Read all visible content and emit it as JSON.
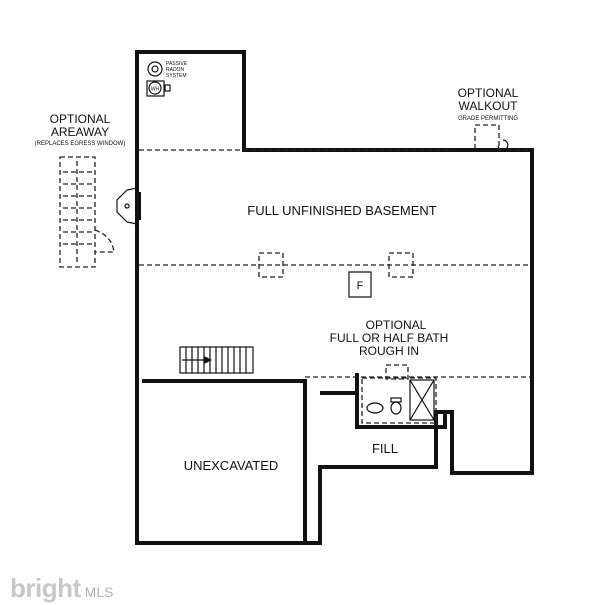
{
  "labels": {
    "passive_radon": [
      "PASSIVE",
      "RADON",
      "SYSTEM"
    ],
    "water_heater": "WH",
    "optional_walkout": [
      "OPTIONAL",
      "WALKOUT"
    ],
    "grade_permitting": "GRADE PERMITTING",
    "optional_areaway": [
      "OPTIONAL",
      "AREAWAY"
    ],
    "replaces_egress": "(REPLACES EGRESS WINDOW)",
    "full_unfinished_basement": "FULL UNFINISHED BASEMENT",
    "furnace": "F",
    "optional_bath": [
      "OPTIONAL",
      "FULL OR HALF BATH",
      "ROUGH IN"
    ],
    "unexcavated": "UNEXCAVATED",
    "fill": "FILL"
  },
  "watermark": {
    "brand": "bright",
    "suffix": "MLS"
  }
}
